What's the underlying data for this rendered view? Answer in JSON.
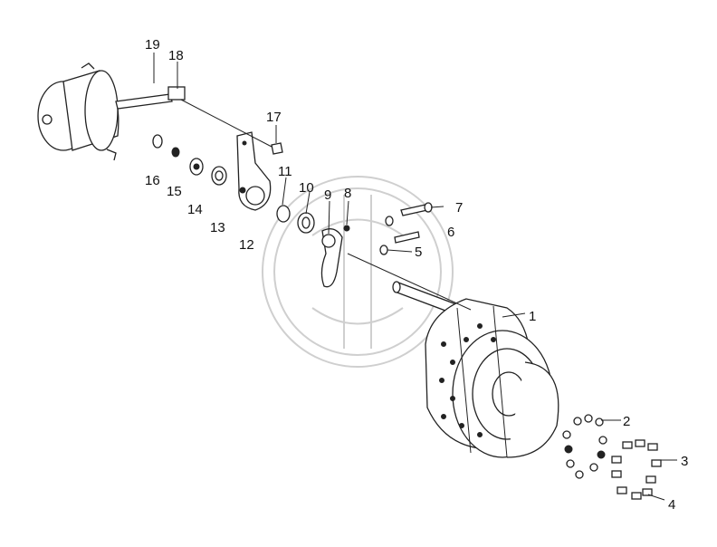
{
  "diagram": {
    "callouts": [
      "1",
      "2",
      "3",
      "4",
      "5",
      "6",
      "7",
      "8",
      "9",
      "10",
      "11",
      "12",
      "13",
      "14",
      "15",
      "16",
      "17",
      "18",
      "19"
    ]
  },
  "colors": {
    "line": "#222222",
    "watermark": "#cfcfcf",
    "background": "#ffffff"
  }
}
